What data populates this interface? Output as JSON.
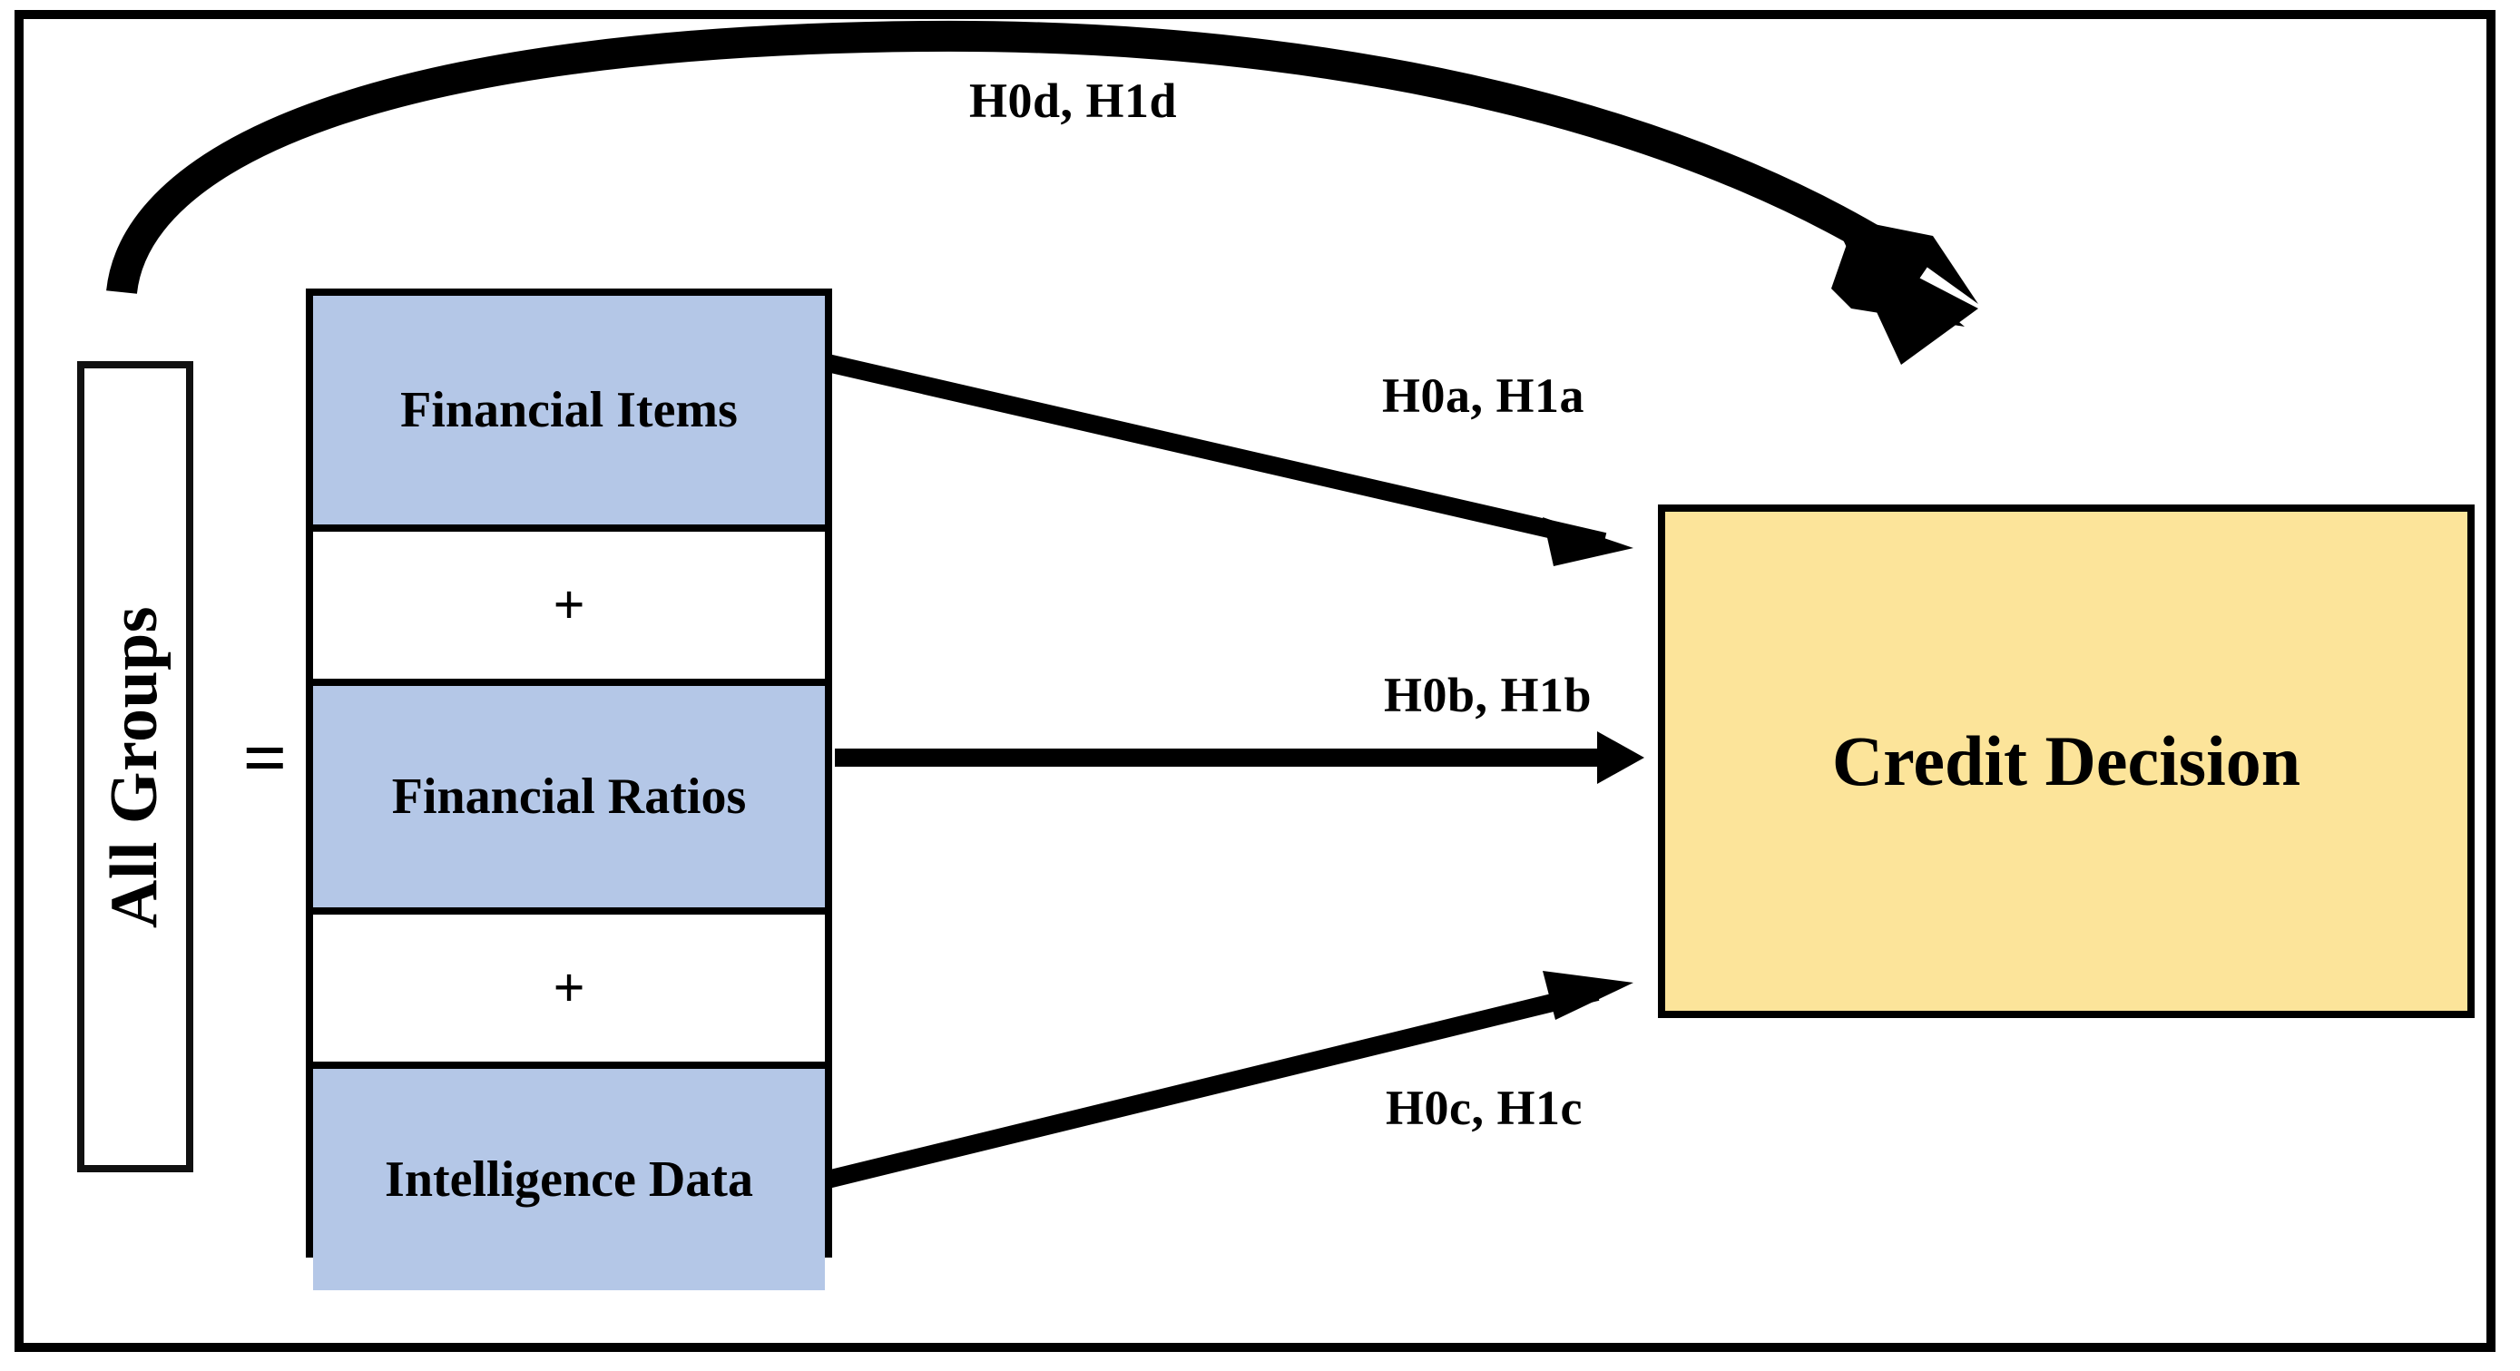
{
  "diagram": {
    "title_present": false,
    "group_box": {
      "label": "All Groups",
      "orientation": "vertical-rotated-90ccw",
      "fill": "#ffffff",
      "border": "#111111"
    },
    "operator": {
      "equals": "="
    },
    "predictor_stack": {
      "fill_variable": "#b4c7e7",
      "fill_operator": "#ffffff",
      "border": "#000000",
      "rows": [
        {
          "type": "variable",
          "label": "Financial Items"
        },
        {
          "type": "operator",
          "label": "+"
        },
        {
          "type": "variable",
          "label": "Financial Ratios"
        },
        {
          "type": "operator",
          "label": "+"
        },
        {
          "type": "variable",
          "label": "Intelligence Data"
        }
      ]
    },
    "outcome_box": {
      "label": "Credit Decision",
      "fill": "#fce49a",
      "border": "#000000"
    },
    "hypotheses": [
      {
        "id": "d",
        "label": "H0d, H1d",
        "from": "All Groups",
        "to": "Credit Decision",
        "arrow": "curved-top"
      },
      {
        "id": "a",
        "label": "H0a, H1a",
        "from": "Financial Items",
        "to": "Credit Decision",
        "arrow": "straight-down-right"
      },
      {
        "id": "b",
        "label": "H0b, H1b",
        "from": "Financial Ratios",
        "to": "Credit Decision",
        "arrow": "straight-horizontal"
      },
      {
        "id": "c",
        "label": "H0c, H1c",
        "from": "Intelligence Data",
        "to": "Credit Decision",
        "arrow": "straight-up-right"
      }
    ],
    "colors": {
      "variable_fill": "#b4c7e7",
      "outcome_fill": "#fce49a",
      "stroke": "#000000",
      "background": "#ffffff"
    }
  }
}
